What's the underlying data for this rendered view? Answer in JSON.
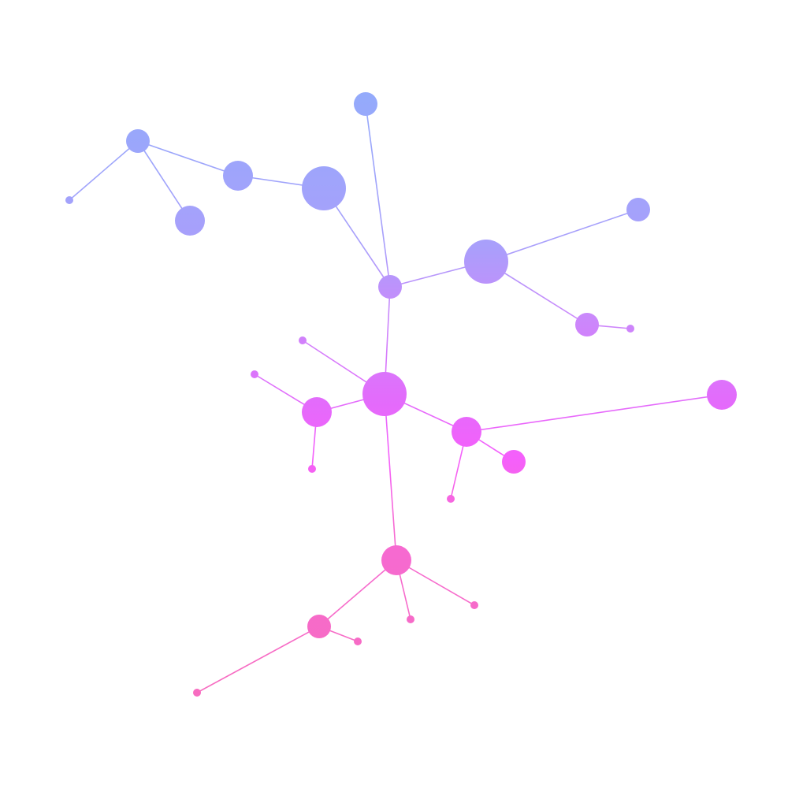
{
  "graph": {
    "type": "network",
    "color_stops": [
      {
        "offset": 0.0,
        "color": "#94aafb"
      },
      {
        "offset": 0.25,
        "color": "#a99ffb"
      },
      {
        "offset": 0.36,
        "color": "#c98afb"
      },
      {
        "offset": 0.5,
        "color": "#e26cfb"
      },
      {
        "offset": 0.6,
        "color": "#f55ffb"
      },
      {
        "offset": 0.7,
        "color": "#f66ad4"
      },
      {
        "offset": 1.0,
        "color": "#f76cbf"
      }
    ],
    "nodes": [
      {
        "id": 1,
        "size": 2
      },
      {
        "id": 2,
        "size": 2
      },
      {
        "id": 3,
        "size": 1
      },
      {
        "id": 4,
        "size": 3
      },
      {
        "id": 5,
        "size": 3
      },
      {
        "id": 6,
        "size": 4
      },
      {
        "id": 7,
        "size": 2
      },
      {
        "id": 8,
        "size": 4
      },
      {
        "id": 9,
        "size": 2
      },
      {
        "id": 10,
        "size": 2
      },
      {
        "id": 11,
        "size": 1
      },
      {
        "id": 12,
        "size": 4
      },
      {
        "id": 13,
        "size": 1
      },
      {
        "id": 14,
        "size": 1
      },
      {
        "id": 15,
        "size": 3
      },
      {
        "id": 16,
        "size": 1
      },
      {
        "id": 17,
        "size": 3
      },
      {
        "id": 18,
        "size": 3
      },
      {
        "id": 19,
        "size": 2
      },
      {
        "id": 20,
        "size": 1
      },
      {
        "id": 21,
        "size": 3
      },
      {
        "id": 22,
        "size": 1
      },
      {
        "id": 23,
        "size": 1
      },
      {
        "id": 24,
        "size": 2
      },
      {
        "id": 25,
        "size": 1
      },
      {
        "id": 26,
        "size": 1
      }
    ],
    "edges": [
      [
        2,
        3
      ],
      [
        2,
        4
      ],
      [
        2,
        5
      ],
      [
        4,
        6
      ],
      [
        6,
        7
      ],
      [
        1,
        7
      ],
      [
        7,
        8
      ],
      [
        8,
        9
      ],
      [
        8,
        10
      ],
      [
        10,
        11
      ],
      [
        7,
        12
      ],
      [
        12,
        13
      ],
      [
        12,
        15
      ],
      [
        15,
        14
      ],
      [
        15,
        16
      ],
      [
        12,
        17
      ],
      [
        17,
        18
      ],
      [
        17,
        19
      ],
      [
        17,
        20
      ],
      [
        12,
        21
      ],
      [
        21,
        22
      ],
      [
        21,
        23
      ],
      [
        21,
        24
      ],
      [
        24,
        25
      ],
      [
        24,
        26
      ]
    ]
  }
}
